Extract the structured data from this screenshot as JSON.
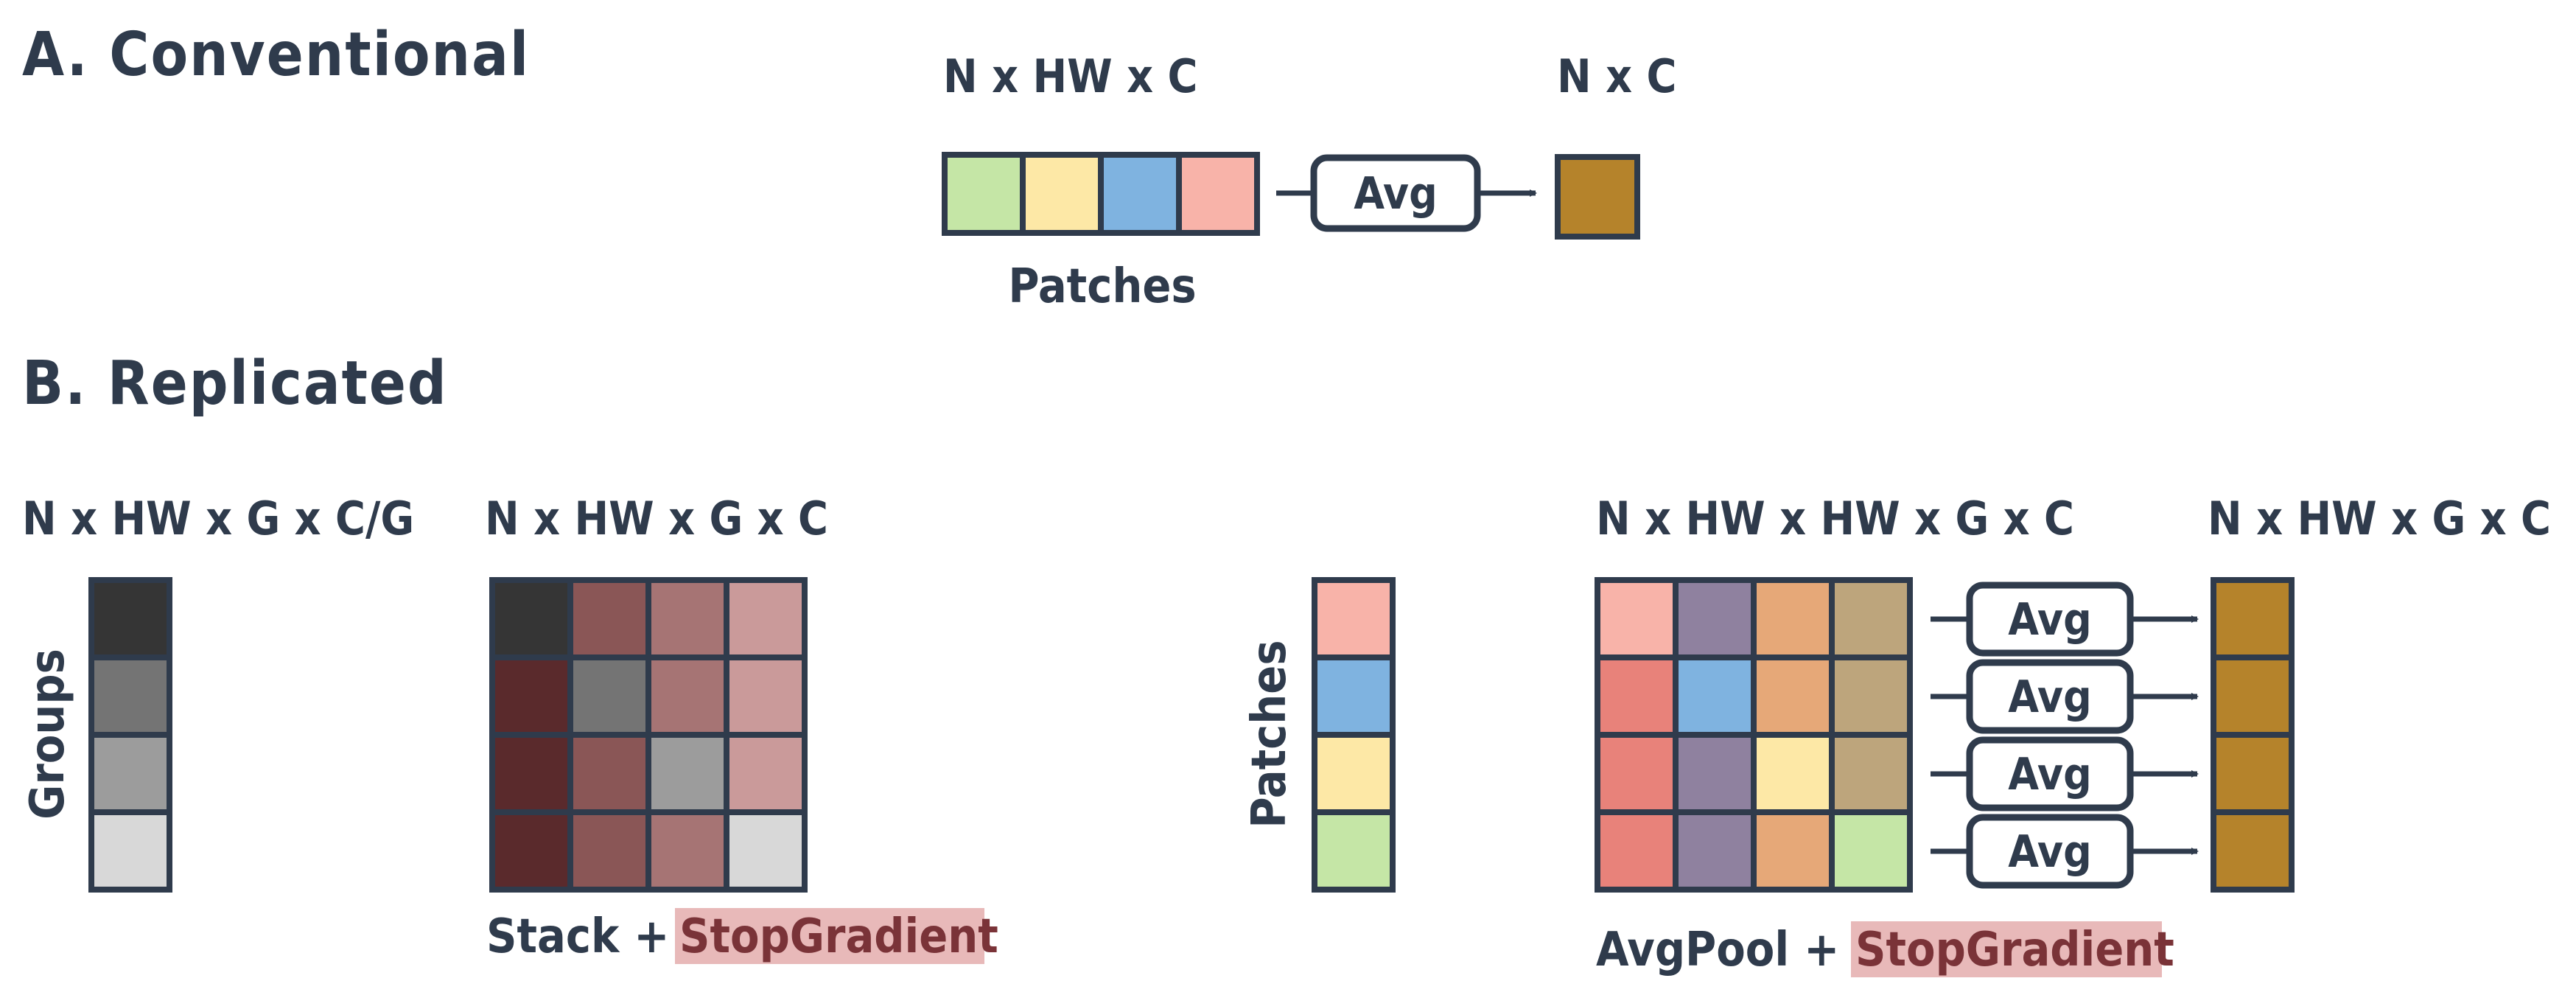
{
  "colors": {
    "ink": "#2f3b4c",
    "cell_border": "#2f3b4c",
    "highlight": "#e8b9b9",
    "output": "#b5832b",
    "patch_green": "#c5e6a6",
    "patch_yellow": "#fde8a6",
    "patch_blue": "#7fb3e0",
    "patch_pink": "#f8b3a9"
  },
  "section_a": {
    "title": "A. Conventional",
    "input_dims": "N x HW x C",
    "input_label": "Patches",
    "input_cells": [
      "#c5e6a6",
      "#fde8a6",
      "#7fb3e0",
      "#f8b3a9"
    ],
    "op_label": "Avg",
    "output_dims": "N x C",
    "output_color": "#b5832b"
  },
  "section_b": {
    "title": "B. Replicated",
    "groups": {
      "dims": "N x HW x G x C/G",
      "axis_label": "Groups",
      "cells": [
        "#353535",
        "#747474",
        "#9c9c9c",
        "#d8d8d8"
      ]
    },
    "stack": {
      "dims": "N x HW x G x C",
      "caption_prefix": "Stack +",
      "caption_highlight": "StopGradient",
      "grid": [
        [
          "#353535",
          "#8a5656",
          "#a67474",
          "#ca9a9a"
        ],
        [
          "#5a2a2c",
          "#747474",
          "#a67474",
          "#ca9a9a"
        ],
        [
          "#5a2a2c",
          "#8a5656",
          "#9c9c9c",
          "#ca9a9a"
        ],
        [
          "#5a2a2c",
          "#8a5656",
          "#a67474",
          "#d8d8d8"
        ]
      ]
    },
    "patches": {
      "axis_label": "Patches",
      "cells": [
        "#f8b3a9",
        "#7fb3e0",
        "#fde8a6",
        "#c5e6a6"
      ]
    },
    "avgpool": {
      "dims": "N x HW x HW x G x C",
      "caption_prefix": "AvgPool +",
      "caption_highlight": "StopGradient",
      "grid": [
        [
          "#f8b3a9",
          "#8f819f",
          "#e6a878",
          "#bda57c"
        ],
        [
          "#e8827a",
          "#7fb3e0",
          "#e6a878",
          "#bda57c"
        ],
        [
          "#e8827a",
          "#8f819f",
          "#fde8a6",
          "#bda57c"
        ],
        [
          "#e8827a",
          "#8f819f",
          "#e6a878",
          "#c5e6a6"
        ]
      ],
      "op_labels": [
        "Avg",
        "Avg",
        "Avg",
        "Avg"
      ]
    },
    "output": {
      "dims": "N x HW x G x C",
      "cells": [
        "#b5832b",
        "#b5832b",
        "#b5832b",
        "#b5832b"
      ]
    }
  }
}
